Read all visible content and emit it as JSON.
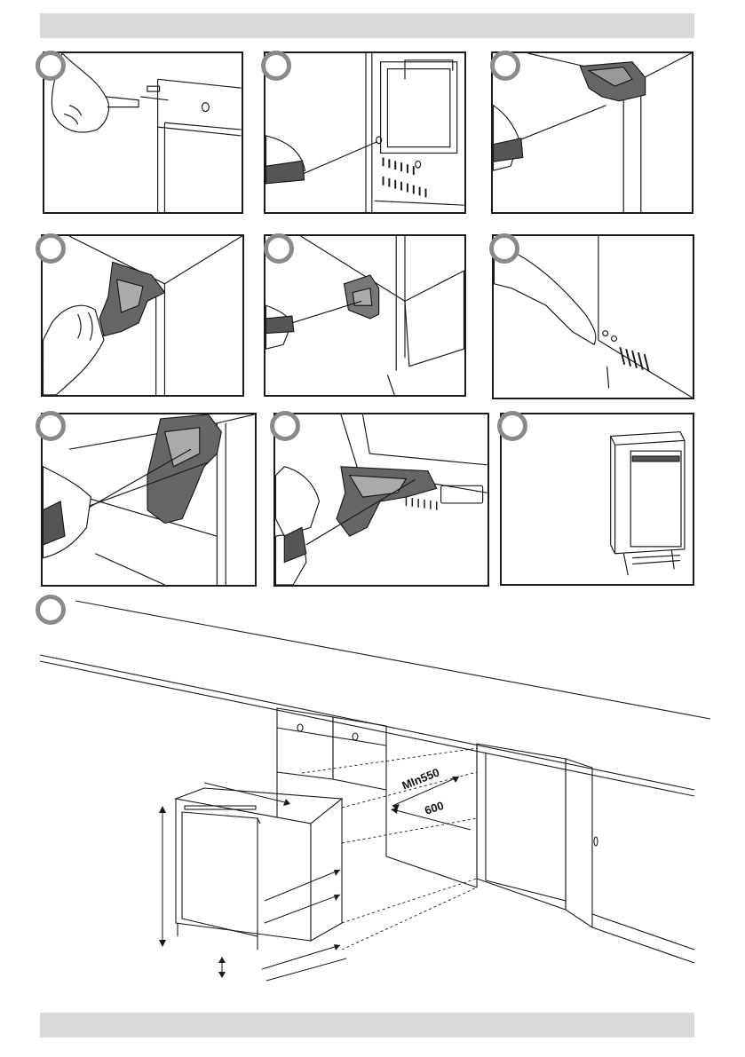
{
  "header_bar": {
    "color": "#d9d9d9"
  },
  "footer_bar": {
    "color": "#d9d9d9"
  },
  "steps": [
    {
      "id": 1,
      "marker": "step-circle"
    },
    {
      "id": 2,
      "marker": "step-circle"
    },
    {
      "id": 3,
      "marker": "step-circle"
    },
    {
      "id": 4,
      "marker": "step-circle"
    },
    {
      "id": 5,
      "marker": "step-circle"
    },
    {
      "id": 6,
      "marker": "step-circle"
    },
    {
      "id": 7,
      "marker": "step-circle"
    },
    {
      "id": 8,
      "marker": "step-circle"
    },
    {
      "id": 9,
      "marker": "step-circle"
    },
    {
      "id": 10,
      "marker": "step-circle"
    }
  ],
  "dimensions": {
    "min_depth": "MIn550",
    "width": "600"
  },
  "colors": {
    "line": "#1a1a1a",
    "bracket": "#555555",
    "step_ring": "#8a8a8a"
  }
}
